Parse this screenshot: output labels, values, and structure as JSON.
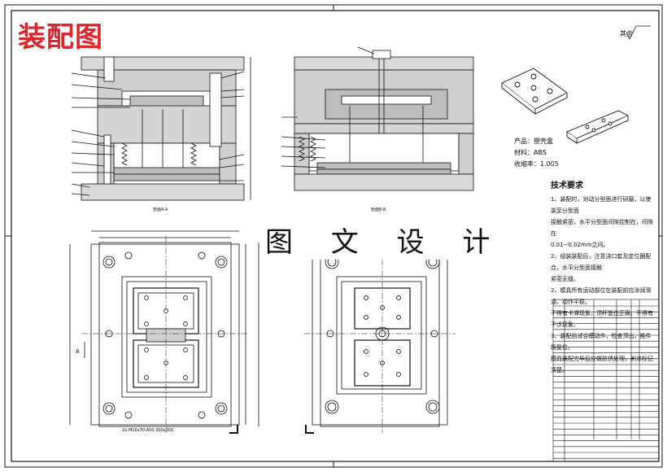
{
  "title": "装配图",
  "watermark": "图 文 设 计",
  "roughness_mark": "其余",
  "product": {
    "name_label": "产品：",
    "name": "塑壳盒",
    "material_label": "材料：",
    "material": "ABS",
    "shrink_label": "收缩率：",
    "shrink": "1.005"
  },
  "tech_requirements": {
    "heading": "技术要求",
    "lines": [
      "1、装配时，对动分型面进行研磨，以使装至分型面",
      "接触紧密，水平分型面间隙控制在，间隙在",
      "0.01~0.02mm之间。",
      "2、组装装配后，注意浇口套及定位圈配合，水平分型面接触",
      "紧密无缝。",
      "2、模具所有运动部位在装配前应涂润滑油，动作平稳，",
      "不得有卡滞现象，顶杆复位正确，不得有干涉现象。",
      "3、装配后试合模动作，检查顶出，推件板复位。",
      "模具装配完毕后应做防锈处理，刷漆标记清楚。"
    ]
  },
  "section_labels": {
    "a": "剖面A-A",
    "b": "剖面B-B"
  },
  "dim_bottom": "2x-M16x30-A50-300x300",
  "dim_side": "A"
}
